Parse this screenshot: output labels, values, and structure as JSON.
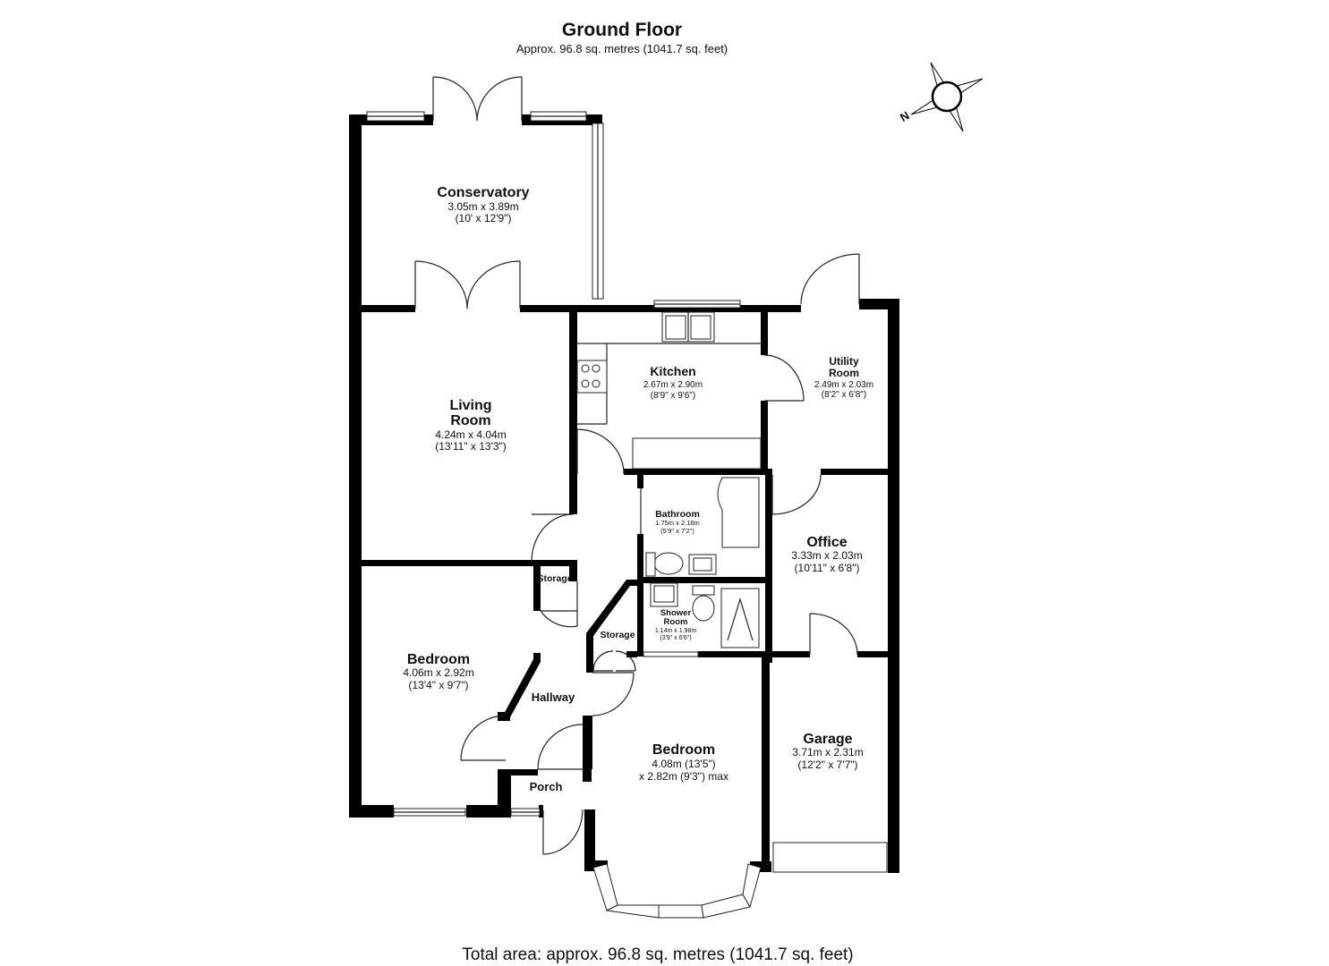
{
  "header": {
    "title": "Ground Floor",
    "subtitle": "Approx. 96.8 sq. metres (1041.7 sq. feet)"
  },
  "compass": {
    "label": "N"
  },
  "rooms": {
    "conservatory": {
      "name": "Conservatory",
      "dim_m": "3.05m x 3.89m",
      "dim_ft": "(10' x 12'9\")"
    },
    "living_room": {
      "name_line1": "Living",
      "name_line2": "Room",
      "dim_m": "4.24m x 4.04m",
      "dim_ft": "(13'11\" x 13'3\")"
    },
    "kitchen": {
      "name": "Kitchen",
      "dim_m": "2.67m x 2.90m",
      "dim_ft": "(8'9\" x 9'6\")"
    },
    "utility_room": {
      "name_line1": "Utility",
      "name_line2": "Room",
      "dim_m": "2.49m x 2.03m",
      "dim_ft": "(8'2\" x 6'8\")"
    },
    "bathroom": {
      "name": "Bathroom",
      "dim_m": "1.75m x 2.18m",
      "dim_ft": "(5'9\" x 7'2\")"
    },
    "office": {
      "name": "Office",
      "dim_m": "3.33m x 2.03m",
      "dim_ft": "(10'11\" x 6'8\")"
    },
    "storage_1": {
      "name": "Storage"
    },
    "storage_2": {
      "name": "Storage"
    },
    "shower_room": {
      "name_line1": "Shower",
      "name_line2": "Room",
      "dim_m": "1.14m x 1.98m",
      "dim_ft": "(3'9\" x 6'6\")"
    },
    "bedroom_1": {
      "name": "Bedroom",
      "dim_m": "4.06m x 2.92m",
      "dim_ft": "(13'4\" x 9'7\")"
    },
    "hallway": {
      "name": "Hallway"
    },
    "bedroom_2": {
      "name": "Bedroom",
      "dim_line1": "4.08m (13'5\")",
      "dim_line2": "x 2.82m (9'3\") max"
    },
    "garage": {
      "name": "Garage",
      "dim_m": "3.71m x 2.31m",
      "dim_ft": "(12'2\" x 7'7\")"
    },
    "porch": {
      "name": "Porch"
    }
  },
  "footer": {
    "total": "Total area: approx. 96.8 sq. metres (1041.7 sq. feet)"
  }
}
